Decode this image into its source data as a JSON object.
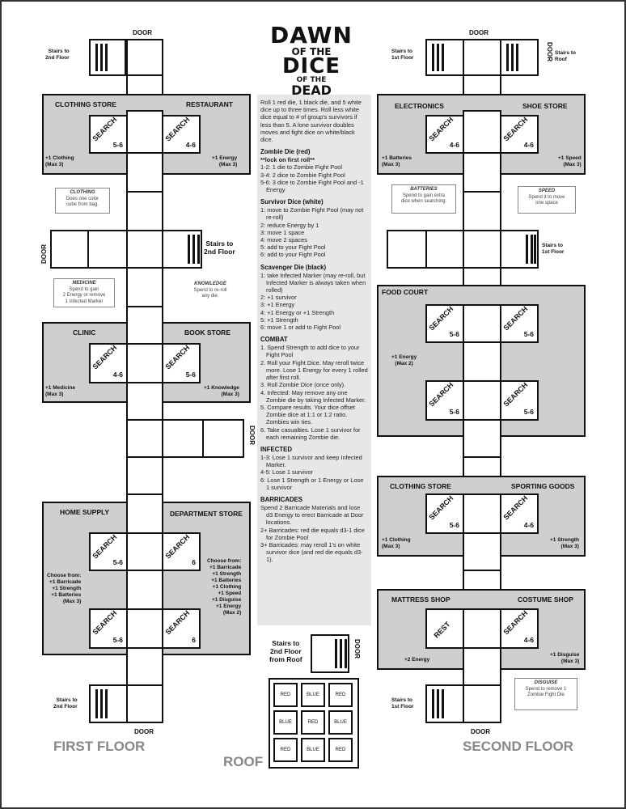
{
  "title": {
    "line1": "DAWN",
    "line2": "OF THE",
    "line3": "DICE",
    "line4": "OF THE",
    "line5": "DEAD"
  },
  "door": "DOOR",
  "first_floor": {
    "name": "FIRST FLOOR",
    "stairs_top": "Stairs to\n2nd Floor",
    "stairs_mid": "Stairs to\n2nd Floor",
    "stairs_bottom": "Stairs to\n2nd Floor",
    "clothing_store": {
      "name": "CLOTHING STORE",
      "bonus": "+1 Clothing\n(Max 3)",
      "search": "SEARCH",
      "range": "5-6"
    },
    "restaurant": {
      "name": "RESTAURANT",
      "bonus": "+1 Energy\n(Max 3)",
      "search": "SEARCH",
      "range": "4-6"
    },
    "clinic": {
      "name": "CLINIC",
      "bonus": "+1 Medicine\n(Max 3)",
      "search": "SEARCH",
      "range": "4-6"
    },
    "book_store": {
      "name": "BOOK STORE",
      "bonus": "+1 Knowledge\n(Max 3)",
      "search": "SEARCH",
      "range": "5-6"
    },
    "home_supply": {
      "name": "HOME SUPPLY",
      "bonus": "Choose from:\n+1 Barricade\n+1 Strength\n+1 Batteries\n(Max 3)",
      "search1": "SEARCH",
      "range1": "5-6",
      "search2": "SEARCH",
      "range2": "5-6"
    },
    "department_store": {
      "name": "DEPARTMENT STORE",
      "bonus": "Choose from:\n+1 Barricade\n+1 Strength\n+1 Batteries\n+1 Clothing\n+1 Speed\n+1 Disguise\n+1 Energy\n(Max 2)",
      "search1": "SEARCH",
      "range1": "6",
      "search2": "SEARCH",
      "range2": "6"
    },
    "notes": {
      "clothing": {
        "title": "CLOTHING",
        "text": "Does one color\ncube from bag."
      },
      "medicine": {
        "title": "MEDICINE",
        "text": "Spend to gain\n2 Energy or remove\n1 Infected Marker"
      },
      "knowledge": {
        "title": "KNOWLEDGE",
        "text": "Spend to re-roll\nany die."
      }
    }
  },
  "second_floor": {
    "name": "SECOND FLOOR",
    "stairs_top_left": "Stairs to\n1st Floor",
    "stairs_top_right": "Stairs to\nRoof",
    "stairs_mid": "Stairs to\n1st Floor",
    "stairs_bottom": "Stairs to\n1st Floor",
    "electronics": {
      "name": "ELECTRONICS",
      "bonus": "+1 Batteries\n(Max 3)",
      "search": "SEARCH",
      "range": "4-6"
    },
    "shoe_store": {
      "name": "SHOE STORE",
      "bonus": "+1 Speed\n(Max 3)",
      "search": "SEARCH",
      "range": "4-6"
    },
    "food_court": {
      "name": "FOOD COURT",
      "bonus": "+1 Energy\n(Max 2)",
      "search": "SEARCH",
      "ranges": [
        "5-6",
        "5-6",
        "5-6",
        "5-6"
      ]
    },
    "clothing_store": {
      "name": "CLOTHING STORE",
      "bonus": "+1 Clothing\n(Max 3)",
      "search": "SEARCH",
      "range": "5-6"
    },
    "sporting_goods": {
      "name": "SPORTING GOODS",
      "bonus": "+1 Strength\n(Max 3)",
      "search": "SEARCH",
      "range": "4-6"
    },
    "mattress_shop": {
      "name": "MATTRESS SHOP",
      "bonus": "+2 Energy",
      "rest": "REST"
    },
    "costume_shop": {
      "name": "COSTUME SHOP",
      "bonus": "+1 Disguise\n(Max 3)",
      "search": "SEARCH",
      "range": "4-6"
    },
    "notes": {
      "batteries": {
        "title": "BATTERIES",
        "text": "Spend to gain extra\ndice when searching."
      },
      "speed": {
        "title": "SPEED",
        "text": "Spend it to move\none space"
      },
      "disguise": {
        "title": "DISGUISE",
        "text": "Spend to remove 1\nZombie Fight Die"
      }
    }
  },
  "roof": {
    "name": "ROOF",
    "stairs": "Stairs to\n2nd Floor\nfrom Roof",
    "grid": [
      "RED",
      "BLUE",
      "RED",
      "BLUE",
      "RED",
      "BLUE",
      "RED",
      "BLUE",
      "RED"
    ]
  },
  "rules": {
    "intro": "Roll 1 red die, 1 black die, and 5 white dice up to three times. Roll less white dice equal to # of group's survivors if less than 5. A lone survivor doubles moves and fight dice on white/black dice.",
    "zombie_title": "Zombie Die (red)",
    "zombie_sub": "**lock on first roll**",
    "zombie_lines": [
      "1-2: 1 die to Zombie Fight Pool",
      "3-4: 2 dice to Zombie Fight Pool",
      "5-6: 3 dice to Zombie Fight Pool and -1 Energy"
    ],
    "survivor_title": "Survivor Dice (white)",
    "survivor_lines": [
      "1: move to Zombie Fight Pool (may not re-roll)",
      "2: reduce Energy by 1",
      "3: move 1 space",
      "4: move 2 spaces",
      "5: add to your Fight Pool",
      "6: add to your Fight Pool"
    ],
    "scavenger_title": "Scavenger Die (black)",
    "scavenger_lines": [
      "1: take Infected Marker (may re-roll, but Infected Marker is always taken when rolled)",
      "2: +1 survivor",
      "3: +1 Energy",
      "4: +1 Energy or +1 Strength",
      "5: +1 Strength",
      "6: move 1 or add to Fight Pool"
    ],
    "combat_title": "COMBAT",
    "combat_lines": [
      "1. Spend Strength to add dice to your Fight Pool",
      "2. Roll your Fight Dice. May reroll twice more. Lose 1 Energy for every 1 rolled after first roll.",
      "3. Roll Zombie Dice (once only).",
      "4. Infected: May remove any one Zombie die by taking Infected Marker.",
      "5. Compare results. Your dice offset Zombie dice at 1:1 or 1:2 ratio. Zombies win ties.",
      "6. Take casualties. Lose 1 survivor for each remaining Zombie die."
    ],
    "infected_title": "INFECTED",
    "infected_lines": [
      "1-3: Lose 1 survivor and keep Infected Marker.",
      "4-5: Lose 1 survivor",
      "6: Lose 1 Strength or 1 Energy or Lose 1 survivor"
    ],
    "barricades_title": "BARRICADES",
    "barricades_intro": "Spend 2 Barricade Materials and lose d3 Energy to erect Barricade at Door locations.",
    "barricades_lines": [
      "2+ Barricades: red die equals d3-1 dice for Zombie Pool",
      "3+ Barricades: may reroll 1's on white survivor dice (and red die equals d3-1)."
    ]
  }
}
